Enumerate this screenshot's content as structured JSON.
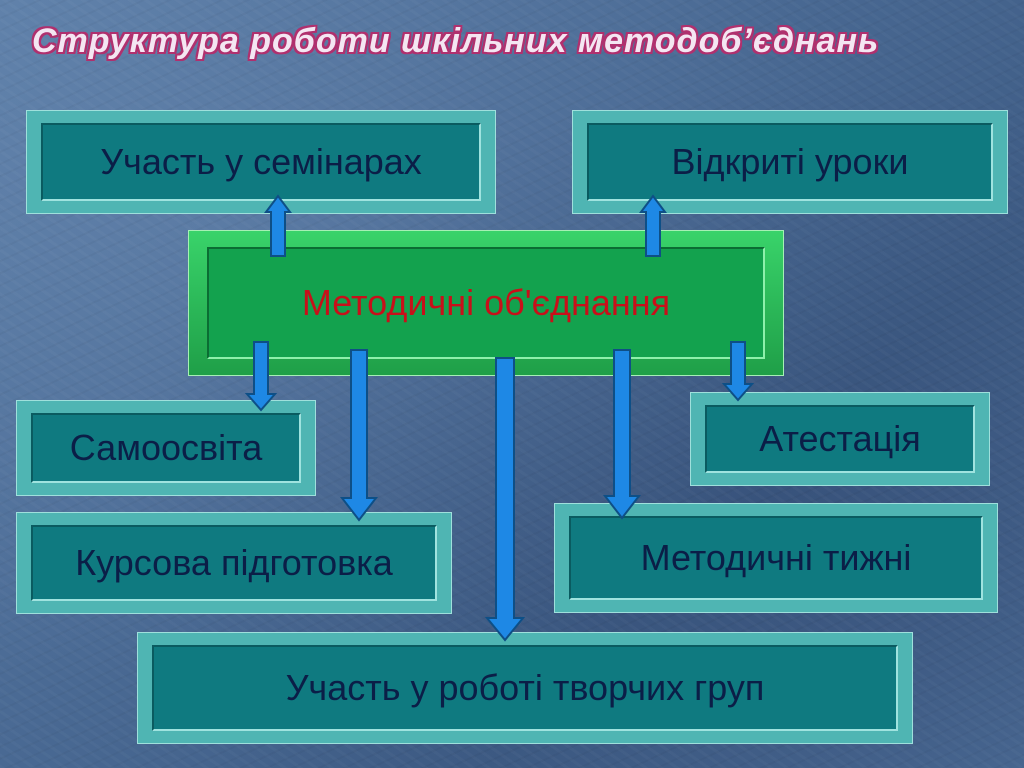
{
  "title": "Структура роботи шкільних методоб’єднань",
  "center": "Методичні об'єднання",
  "nodes": {
    "seminars": "Участь у семінарах",
    "open_lessons": "Відкриті уроки",
    "self_education": "Самоосвіта",
    "attestation": "Атестація",
    "course_training": "Курсова підготовка",
    "method_weeks": "Методичні тижні",
    "creative_groups": "Участь у роботі творчих груп"
  },
  "colors": {
    "box_face": "#0f7a80",
    "center_face": "#13a24e",
    "center_text": "#c8101a",
    "text": "#0b1e47",
    "arrow": "#1e88e5"
  }
}
